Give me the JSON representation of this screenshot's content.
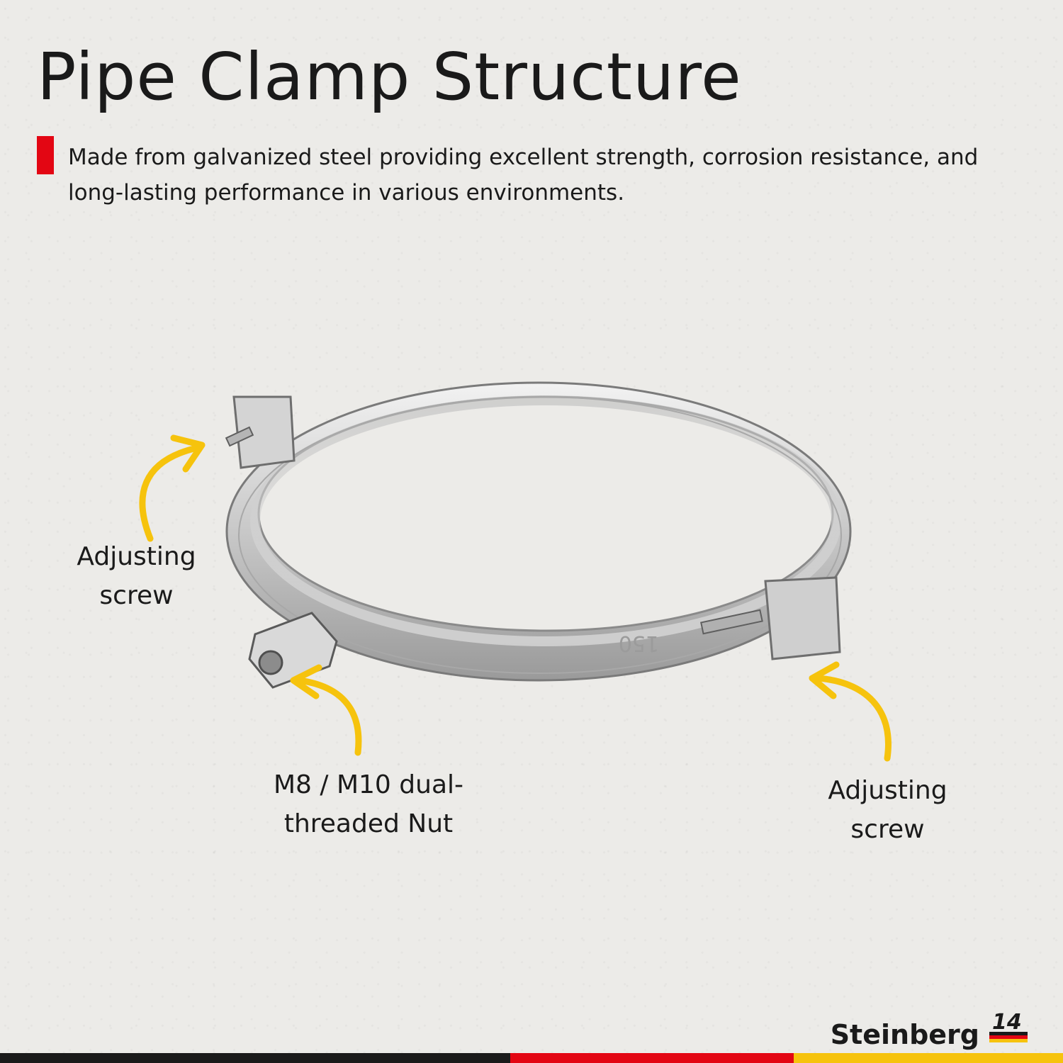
{
  "header": {
    "title": "Pipe Clamp Structure",
    "description": "Made from galvanized steel providing excellent strength, corrosion resistance, and long-lasting performance in various environments."
  },
  "callouts": {
    "left": {
      "line1": "Adjusting",
      "line2": "screw"
    },
    "nut": {
      "line1": "M8 / M10 dual-",
      "line2": "threaded Nut"
    },
    "right": {
      "line1": "Adjusting",
      "line2": "screw"
    }
  },
  "brand": {
    "name": "Steinberg",
    "mark": "14"
  },
  "colors": {
    "accent_red": "#e30613",
    "arrow_yellow": "#f6c30d",
    "footer_black": "#1a1a1a"
  }
}
